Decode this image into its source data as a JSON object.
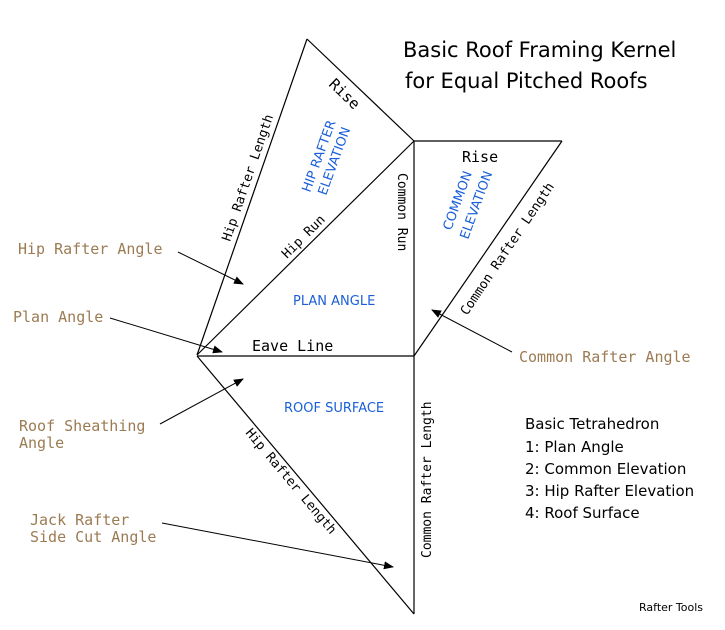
{
  "title": {
    "line1": "Basic Roof Framing Kernel",
    "line2": "for Equal Pitched Roofs"
  },
  "edge_labels": {
    "rise_hip": "Rise",
    "hip_rafter_length_top": "Hip Rafter Length",
    "hip_run": "Hip Run",
    "common_run": "Common Run",
    "rise_common": "Rise",
    "common_rafter_length_right": "Common Rafter Length",
    "eave_line": "Eave Line",
    "hip_rafter_length_bottom": "Hip Rafter Length",
    "common_rafter_length_bottom": "Common Rafter Length"
  },
  "face_labels": {
    "hip_rafter_elevation_1": "HIP RAFTER",
    "hip_rafter_elevation_2": "ELEVATION",
    "common_elevation_1": "COMMON",
    "common_elevation_2": "ELEVATION",
    "plan_angle": "PLAN ANGLE",
    "roof_surface": "ROOF SURFACE"
  },
  "angle_callouts": {
    "hip_rafter_angle": "Hip Rafter Angle",
    "plan_angle": "Plan Angle",
    "roof_sheathing_1": "Roof Sheathing",
    "roof_sheathing_2": "Angle",
    "jack_rafter_1": "Jack Rafter",
    "jack_rafter_2": "Side Cut Angle",
    "common_rafter_angle": "Common Rafter Angle"
  },
  "legend": {
    "title": "Basic Tetrahedron",
    "items": [
      "1: Plan Angle",
      "2: Common Elevation",
      "3: Hip Rafter Elevation",
      "4: Roof Surface"
    ]
  },
  "credit": "Rafter Tools",
  "colors": {
    "lines": "#000000",
    "face_labels": "#1a5fd9",
    "callouts": "#9c7b52"
  }
}
